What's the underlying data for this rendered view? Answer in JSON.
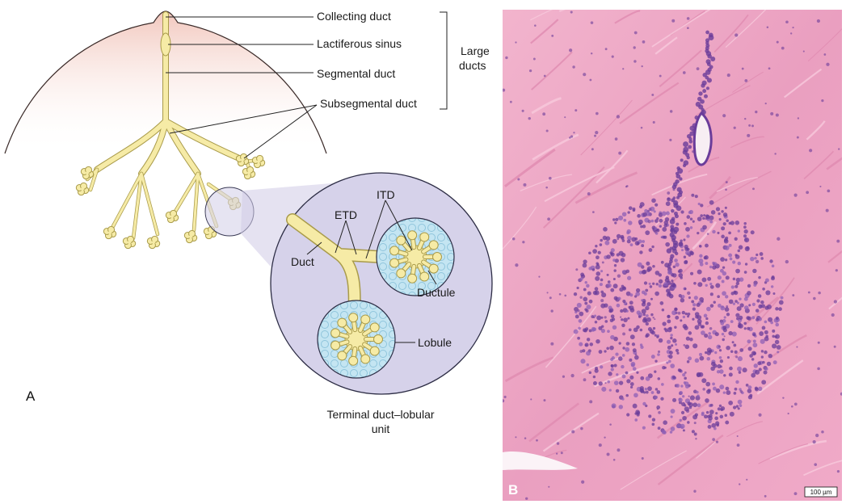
{
  "panel_a": {
    "letter": "A",
    "labels": {
      "collecting_duct": "Collecting duct",
      "lactiferous_sinus": "Lactiferous sinus",
      "segmental_duct": "Segmental duct",
      "subsegmental_duct": "Subsegmental duct",
      "large_ducts_line1": "Large",
      "large_ducts_line2": "ducts"
    },
    "inset": {
      "itd": "ITD",
      "etd": "ETD",
      "duct": "Duct",
      "ductule": "Ductule",
      "lobule": "Lobule"
    },
    "caption_line1": "Terminal duct–lobular",
    "caption_line2": "unit"
  },
  "panel_b": {
    "letter": "B",
    "scale_bar": "100 µm"
  },
  "colors": {
    "duct_fill": "#f6eba6",
    "duct_stroke": "#a99b4a",
    "breast_gradient_top": "#f3cfc5",
    "inset_fill": "#d6d2ea",
    "lobule_fill": "#bfe3f0",
    "histology_pink": "#eea7c6",
    "histology_purple": "#6a3c9a"
  }
}
